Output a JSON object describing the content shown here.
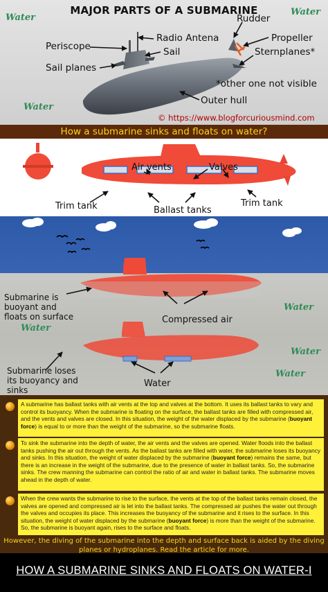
{
  "section1": {
    "title": "MAJOR PARTS OF A SUBMARINE",
    "labels": {
      "rudder": "Rudder",
      "radio_antena": "Radio Antena",
      "periscope": "Periscope",
      "sail": "Sail",
      "propeller": "Propeller",
      "sternplanes": "Sternplanes*",
      "sail_planes": "Sail planes",
      "outer_hull": "Outer hull",
      "note": "*other one not visible"
    },
    "water": [
      "Water",
      "Water",
      "Water"
    ],
    "copyright": "© https://www.blogforcuriousmind.com"
  },
  "band1": {
    "text": "How a submarine sinks and floats on water?"
  },
  "section2": {
    "labels": {
      "air_vents": "Air vents",
      "valves": "Valves",
      "trim_tank_left": "Trim tank",
      "ballast_tanks": "Ballast tanks",
      "trim_tank_right": "Trim tank"
    }
  },
  "section3": {
    "labels": {
      "buoyant": "Submarine is buoyant and floats on surface",
      "compressed_air": "Compressed air",
      "sinks": "Submarine loses its buoyancy and sinks",
      "water": "Water"
    },
    "water": [
      "Water",
      "Water",
      "Water",
      "Water"
    ]
  },
  "paragraphs": [
    {
      "pre": "A submarine has ballast tanks with air vents at the top and valves at the bottom. It uses its ballast tanks to vary and control its buoyancy. When the submarine is floating on the surface, the ballast tanks are filled with compressed air, and the vents and valves are closed. In this situation, the weight of the water displaced by the submarine (",
      "bold": "buoyant force",
      "post": ") is equal to or more than the weight of the submarine, so the submarine floats."
    },
    {
      "pre": "To sink the submarine into the depth of water, the air vents and the valves are opened. Water floods into the ballast tanks pushing the air out through the vents. As the ballast tanks are filled with water, the submarine loses its buoyancy and sinks. In this situation, the weight of water displaced by the submarine (",
      "bold": "buoyant force",
      "post": ") remains the same, but there is an increase in the weight of the submarine, due to the presence of water in ballast tanks. So, the submarine sinks. The crew manning the submarine can control the ratio of air and water in ballast tanks. The submarine moves ahead in the depth of water."
    },
    {
      "pre": "When the crew wants the submarine to rise to the surface, the vents at the top of the ballast tanks remain closed, the valves are opened and compressed air is let into the ballast tanks. The compressed air pushes the water out through the valves and occupies its place. This increases the buoyancy of the submarine and it rises to the surface. In this situation, the weight of water displaced by the submarine (",
      "bold": "buoyant force",
      "post": ") is more than the weight of the submarine. So, the submarine is buoyant again, rises to the surface and floats."
    }
  ],
  "closing_note": "However, the diving of the submarine into the depth and surface back is aided by the diving planes or hydroplanes. Read the article for more.",
  "footer": {
    "title": "HOW A SUBMARINE SINKS AND FLOATS ON WATER-I"
  },
  "colors": {
    "band_brown": "#5a2a0a",
    "band_text": "#ffd21a",
    "sub_red": "#f04a38",
    "sky_blue": "#2d5aa8",
    "para_yellow": "#fff13a",
    "water_green": "#2e8b57"
  }
}
